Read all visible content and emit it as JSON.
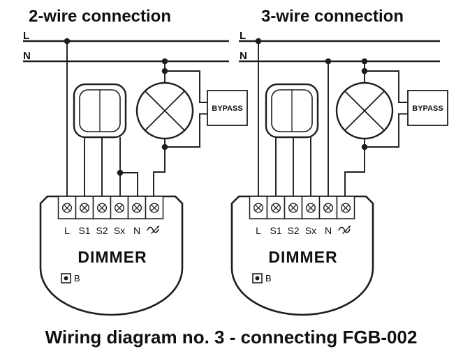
{
  "page": {
    "background": "#ffffff",
    "caption": "Wiring diagram no. 3 - connecting FGB-002"
  },
  "colors": {
    "line": "#1d1d1f",
    "text": "#101010"
  },
  "icons": {
    "output_terminal_icon": "sine-wave-with-arrow (dimmed load output ∿)",
    "terminal_screw_icon": "circle-with-x screw terminal ⊗",
    "junction_dot_icon": "filled wire junction dot",
    "service_button_icon": "square with dot"
  },
  "diagrams": {
    "left": {
      "title": "2-wire connection",
      "live_label": "L",
      "neutral_label": "N",
      "bypass_label": "BYPASS",
      "dimmer_label": "DIMMER",
      "service_button_label": "B",
      "terminal_labels": [
        "L",
        "S1",
        "S2",
        "Sx",
        "N"
      ]
    },
    "right": {
      "title": "3-wire connection",
      "live_label": "L",
      "neutral_label": "N",
      "bypass_label": "BYPASS",
      "dimmer_label": "DIMMER",
      "service_button_label": "B",
      "terminal_labels": [
        "L",
        "S1",
        "S2",
        "Sx",
        "N"
      ]
    }
  }
}
